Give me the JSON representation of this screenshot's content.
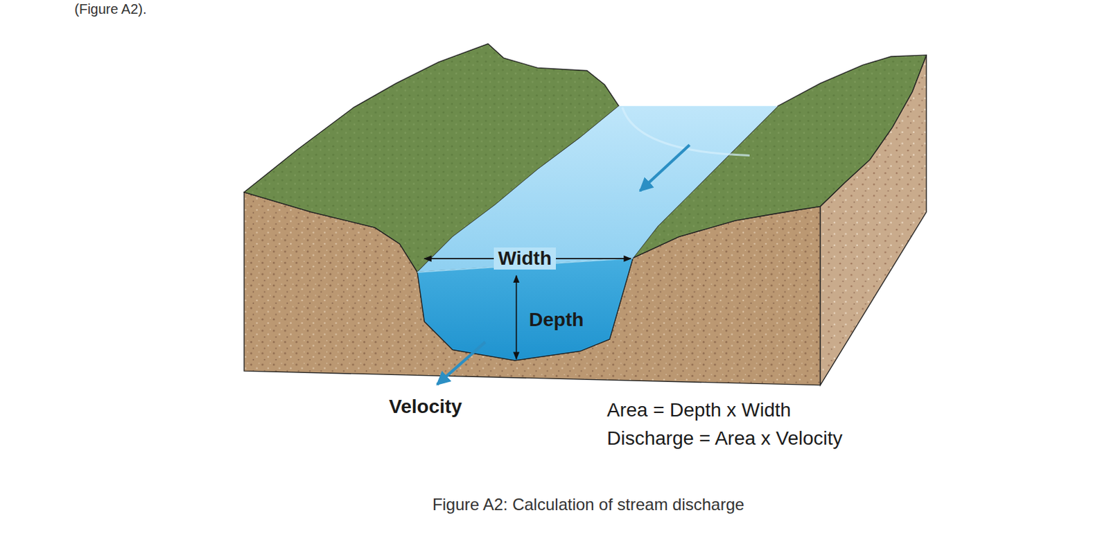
{
  "diagram": {
    "caption": "Figure A2: Calculation of stream discharge",
    "labels": [
      "(Figure A2).",
      "Width",
      "Depth",
      "Velocity",
      "Area = Depth x Width",
      "Discharge = Area x Velocity"
    ]
  }
}
